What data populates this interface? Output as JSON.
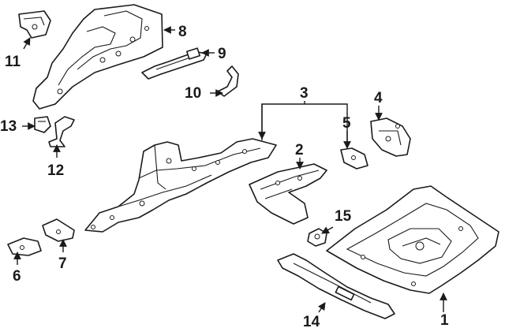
{
  "diagram": {
    "callouts": [
      {
        "id": "1",
        "label": "1"
      },
      {
        "id": "2",
        "label": "2"
      },
      {
        "id": "3",
        "label": "3"
      },
      {
        "id": "4",
        "label": "4"
      },
      {
        "id": "5",
        "label": "5"
      },
      {
        "id": "6",
        "label": "6"
      },
      {
        "id": "7",
        "label": "7"
      },
      {
        "id": "8",
        "label": "8"
      },
      {
        "id": "9",
        "label": "9"
      },
      {
        "id": "10",
        "label": "10"
      },
      {
        "id": "11",
        "label": "11"
      },
      {
        "id": "12",
        "label": "12"
      },
      {
        "id": "13",
        "label": "13"
      },
      {
        "id": "14",
        "label": "14"
      },
      {
        "id": "15",
        "label": "15"
      }
    ]
  },
  "colors": {
    "line": "#1a1a1a",
    "fill": "#ffffff",
    "background": "#ffffff"
  }
}
